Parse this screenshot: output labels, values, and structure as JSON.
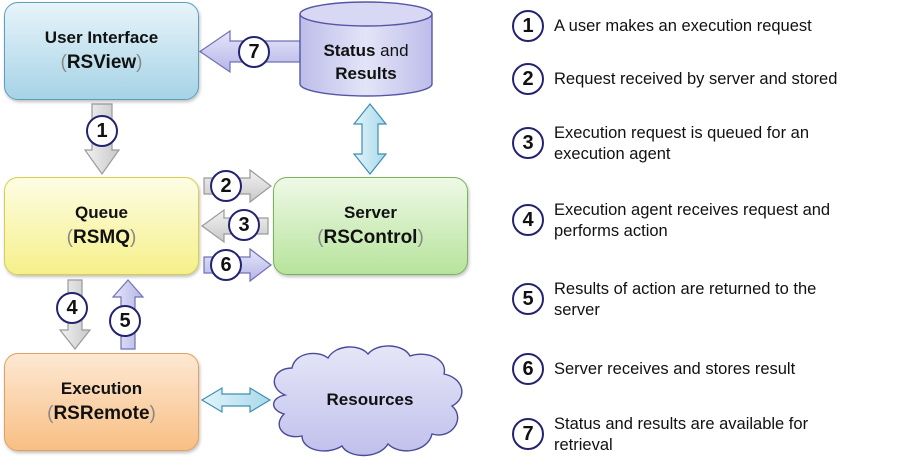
{
  "nodes": {
    "user_interface": {
      "title": "User Interface",
      "component": "RSView",
      "color": "#a6d3e6"
    },
    "queue": {
      "title": "Queue",
      "component": "RSMQ",
      "color": "#f6f08a"
    },
    "server": {
      "title": "Server",
      "component": "RSControl",
      "color": "#b7e39c"
    },
    "execution": {
      "title": "Execution",
      "component": "RSRemote",
      "color": "#f8bf84"
    },
    "status_results": {
      "title_bold": "Status",
      "title_normal": " and",
      "title_line2": "Results",
      "color": "#c6c6ee"
    },
    "resources": {
      "title": "Resources",
      "color": "#c6c6ee"
    }
  },
  "paren_open": "(",
  "paren_close": ")",
  "steps": [
    {
      "number": "1",
      "text": "A user makes an execution request"
    },
    {
      "number": "2",
      "text": "Request received by server and stored"
    },
    {
      "number": "3",
      "text": "Execution request is queued for an execution agent"
    },
    {
      "number": "4",
      "text": "Execution agent receives request and performs action"
    },
    {
      "number": "5",
      "text": "Results of action are returned to the server"
    },
    {
      "number": "6",
      "text": "Server receives and stores result"
    },
    {
      "number": "7",
      "text": "Status and results are available for retrieval"
    }
  ]
}
